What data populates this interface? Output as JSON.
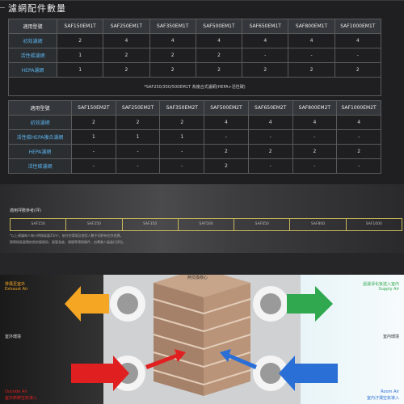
{
  "section_title": "濾網配件數量",
  "table1": {
    "headers": [
      "適用型號",
      "SAF150EM1T",
      "SAF250EM1T",
      "SAF350EM1T",
      "SAF500EM1T",
      "SAF650EM1T",
      "SAF800EM1T",
      "SAF1000EM1T"
    ],
    "rows": [
      {
        "label": "初效濾網",
        "values": [
          "2",
          "4",
          "4",
          "4",
          "4",
          "4",
          "4"
        ]
      },
      {
        "label": "活性碳濾網",
        "values": [
          "1",
          "2",
          "2",
          "2",
          "-",
          "-",
          "-"
        ]
      },
      {
        "label": "HEPA濾網",
        "values": [
          "1",
          "2",
          "2",
          "2",
          "2",
          "2",
          "2"
        ]
      }
    ],
    "note": "*SAF250/350/500EM1T 為複合式濾網(HEPA+活性碳)"
  },
  "table2": {
    "headers": [
      "適用型號",
      "SAF150EM2T",
      "SAF250EM2T",
      "SAF350EM2T",
      "SAF500EM2T",
      "SAF650EM2T",
      "SAF800EM2T",
      "SAF1000EM2T"
    ],
    "rows": [
      {
        "label": "初效濾網",
        "values": [
          "2",
          "2",
          "2",
          "4",
          "4",
          "4",
          "4"
        ]
      },
      {
        "label": "活性碳HEPA複合濾網",
        "values": [
          "1",
          "1",
          "1",
          "-",
          "-",
          "-",
          "-"
        ]
      },
      {
        "label": "HEPA濾網",
        "values": [
          "-",
          "-",
          "-",
          "2",
          "2",
          "2",
          "2"
        ]
      },
      {
        "label": "活性碳濾網",
        "values": [
          "-",
          "-",
          "-",
          "2",
          "-",
          "-",
          "-"
        ]
      }
    ]
  },
  "area": {
    "label": "適用坪數參考(坪)",
    "models": [
      "SAF150",
      "SAF250",
      "SAF350",
      "SAF500",
      "SAF650",
      "SAF800",
      "SAF1000"
    ],
    "note1": "*以上建議每人每小時換氣量25m³，依住宅環境及使用人數不同將有些許差異。",
    "note2": "實際換氣量需依照房屋格局、風管長度、隔間等環境條件，由專業人員進行評估。"
  },
  "diagram": {
    "exhaust_cn": "排風至室外",
    "exhaust_en": "Exhaust Air",
    "outdoor_side": "室外環境",
    "core": "熱交換核心",
    "supply_cn": "過濾淨化後送入室內",
    "supply_en": "Supply Air",
    "indoor_side": "室內環境",
    "outside_en": "Outside Air",
    "outside_cn": "室外新鮮空氣導入",
    "room_en": "Room Air",
    "room_cn": "室內汙濁空氣導入"
  },
  "colors": {
    "exhaust": "#f5a623",
    "supply": "#2fa84f",
    "outside": "#e02020",
    "room": "#2a6fd6",
    "header_link": "#5ab0e8"
  }
}
